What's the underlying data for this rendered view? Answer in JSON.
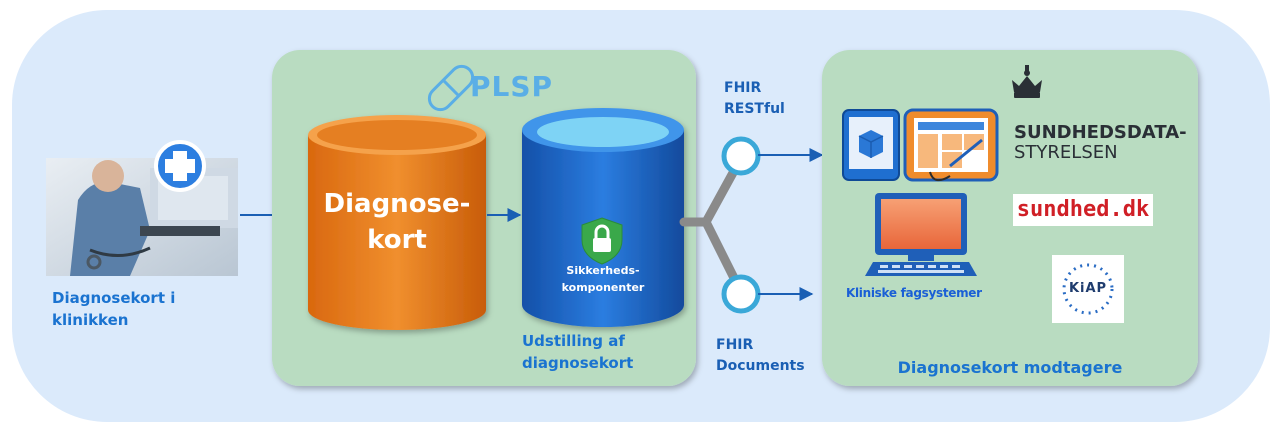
{
  "clinic": {
    "label_line1": "Diagnosekort i",
    "label_line2": "klinikken"
  },
  "plsp": {
    "logo_text": "PLSP",
    "db_label_line1": "Diagnose-",
    "db_label_line2": "kort",
    "security_line1": "Sikkerheds-",
    "security_line2": "komponenter",
    "exposure_line1": "Udstilling af",
    "exposure_line2": "diagnosekort"
  },
  "interfaces": {
    "restful_line1": "FHIR",
    "restful_line2": "RESTful",
    "documents_line1": "FHIR",
    "documents_line2": "Documents"
  },
  "receivers": {
    "systems_label": "Kliniske fagsystemer",
    "sds_line1": "SUNDHEDSDATA-",
    "sds_line2": "STYRELSEN",
    "sundhed_logo": "sundhed.dk",
    "kiap_logo": "KiAP",
    "title": "Diagnosekort modtagere"
  },
  "colors": {
    "outer_bg": "#dbeafb",
    "panel_bg": "#b9dcc1",
    "orange": "#e87a1a",
    "blue": "#1a73d0",
    "connector": "#8a8a8a"
  }
}
